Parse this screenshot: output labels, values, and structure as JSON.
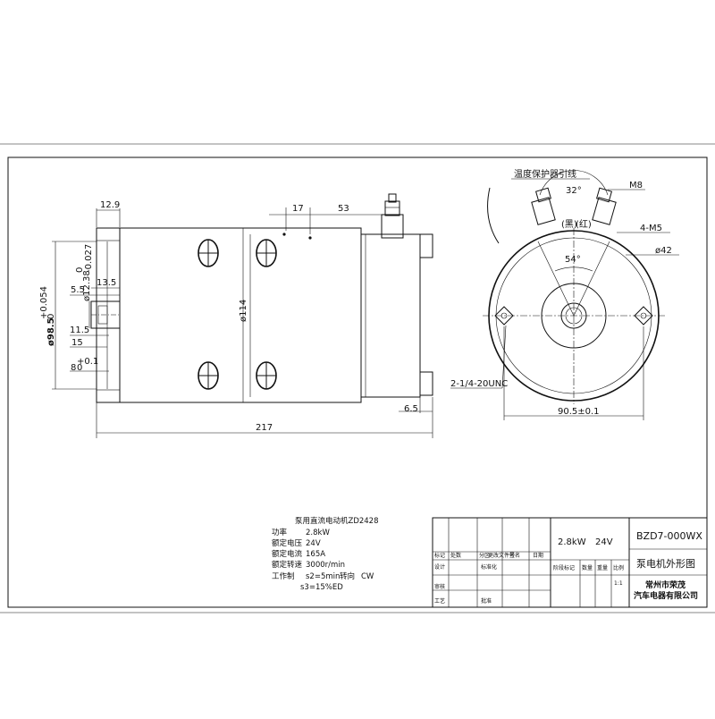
{
  "side_view": {
    "dim_12_9": "12.9",
    "dim_17": "17",
    "dim_53": "53",
    "dim_d114": "ø114",
    "dim_d12_38": "ø12.38",
    "dim_d12_38_tol_up": "0",
    "dim_d12_38_tol_low": "-0.027",
    "dim_13_5": "13.5",
    "dim_5_5": "5.5",
    "dim_d98_5": "ø98.5",
    "dim_d98_5_tol_up": "+0.054",
    "dim_d98_5_tol_low": "0",
    "dim_11_5": "11.5",
    "dim_15": "15",
    "dim_8": "8",
    "dim_8_tol_up": "+0.1",
    "dim_8_tol_low": "0",
    "dim_6_5": "6.5",
    "dim_217": "217"
  },
  "end_view": {
    "label_temp_lead": "温度保护器引线",
    "dim_32": "32°",
    "label_m8": "M8",
    "label_black": "(黑)",
    "label_red": "(红)",
    "label_4m5": "4-M5",
    "dim_54": "54°",
    "dim_d42": "ø42",
    "label_thread": "2-1/4-20UNC",
    "dim_90_5": "90.5±0.1"
  },
  "specs": {
    "title": "泵用直流电动机ZD2428",
    "rows": [
      {
        "label": "功率",
        "value": "2.8kW"
      },
      {
        "label": "额定电压",
        "value": "24V"
      },
      {
        "label": "额定电流",
        "value": "165A"
      },
      {
        "label": "额定转速",
        "value": "3000r/min"
      }
    ],
    "duty_label": "工作制",
    "duty_value": "s2=5min",
    "rotation_label": "转向",
    "rotation_value": "CW",
    "duty_value2": "s3=15%ED"
  },
  "title_block": {
    "power": "2.8kW",
    "voltage": "24V",
    "drawing_no": "BZD7-000WX",
    "drawing_name": "泵电机外形图",
    "company_line1": "常州市荣茂",
    "company_line2": "汽车电器有限公司",
    "rev_headers": [
      "标记",
      "处数",
      "分区",
      "更改文件号",
      "签名",
      "日期"
    ],
    "role_design": "设计",
    "role_standard": "标准化",
    "role_check": "审核",
    "role_process": "工艺",
    "role_approve": "批准",
    "stage_headers": [
      "阶段标记",
      "数量",
      "重量",
      "比例"
    ],
    "scale": "1:1"
  }
}
